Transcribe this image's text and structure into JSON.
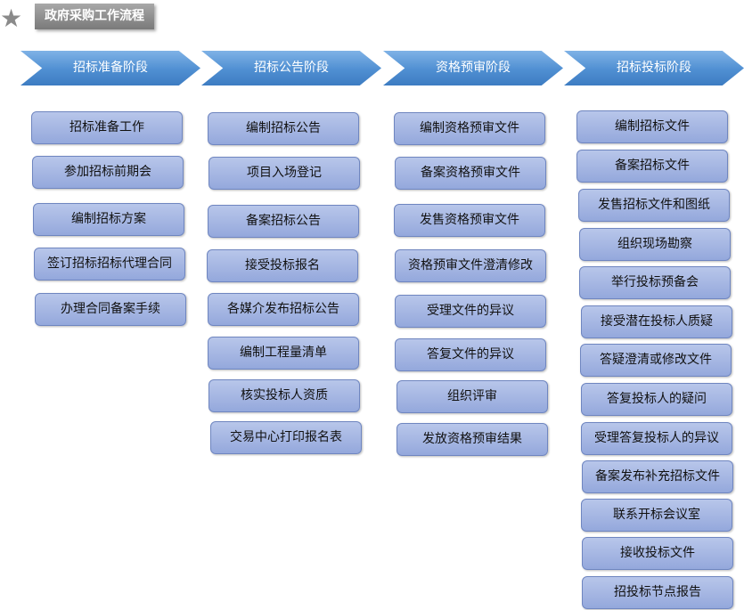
{
  "title": "政府采购工作流程",
  "stages": [
    {
      "label": "招标准备阶段",
      "steps": [
        "招标准备工作",
        "参加招标前期会",
        "编制招标方案",
        "签订招标招标代理合同",
        "办理合同备案手续"
      ]
    },
    {
      "label": "招标公告阶段",
      "steps": [
        "编制招标公告",
        "项目入场登记",
        "备案招标公告",
        "接受投标报名",
        "各媒介发布招标公告",
        "编制工程量清单",
        "核实投标人资质",
        "交易中心打印报名表"
      ]
    },
    {
      "label": "资格预审阶段",
      "steps": [
        "编制资格预审文件",
        "备案资格预审文件",
        "发售资格预审文件",
        "资格预审文件澄清修改",
        "受理文件的异议",
        "答复文件的异议",
        "组织评审",
        "发放资格预审结果"
      ]
    },
    {
      "label": "招标投标阶段",
      "steps": [
        "编制招标文件",
        "备案招标文件",
        "发售招标文件和图纸",
        "组织现场勘察",
        "举行投标预备会",
        "接受潜在投标人质疑",
        "答疑澄清或修改文件",
        "答复投标人的疑问",
        "受理答复投标人的异议",
        "备案发布补充招标文件",
        "联系开标会议室",
        "接收投标文件",
        "招投标节点报告"
      ]
    }
  ]
}
